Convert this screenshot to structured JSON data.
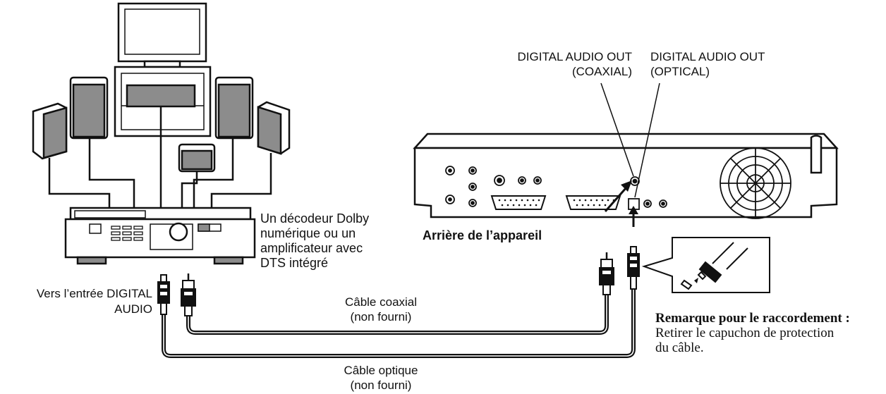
{
  "labels": {
    "coaxial_out_line1": "DIGITAL AUDIO OUT",
    "coaxial_out_line2": "(COAXIAL)",
    "optical_out_line1": "DIGITAL AUDIO OUT",
    "optical_out_line2": "(OPTICAL)",
    "decoder_line1": "Un décodeur Dolby",
    "decoder_line2": "numérique ou un",
    "decoder_line3": "amplificateur avec",
    "decoder_line4": "DTS intégré",
    "rear_of_unit": "Arrière de l’appareil",
    "input_line1": "Vers l’entrée DIGITAL",
    "input_line2": "AUDIO",
    "coax_cable_line1": "Câble coaxial",
    "coax_cable_line2": "(non fourni)",
    "optical_cable_line1": "Câble optique",
    "optical_cable_line2": "(non fourni)",
    "note_title": "Remarque pour le raccordement :",
    "note_line1": "Retirer le capuchon de protection",
    "note_line2": "du câble."
  }
}
